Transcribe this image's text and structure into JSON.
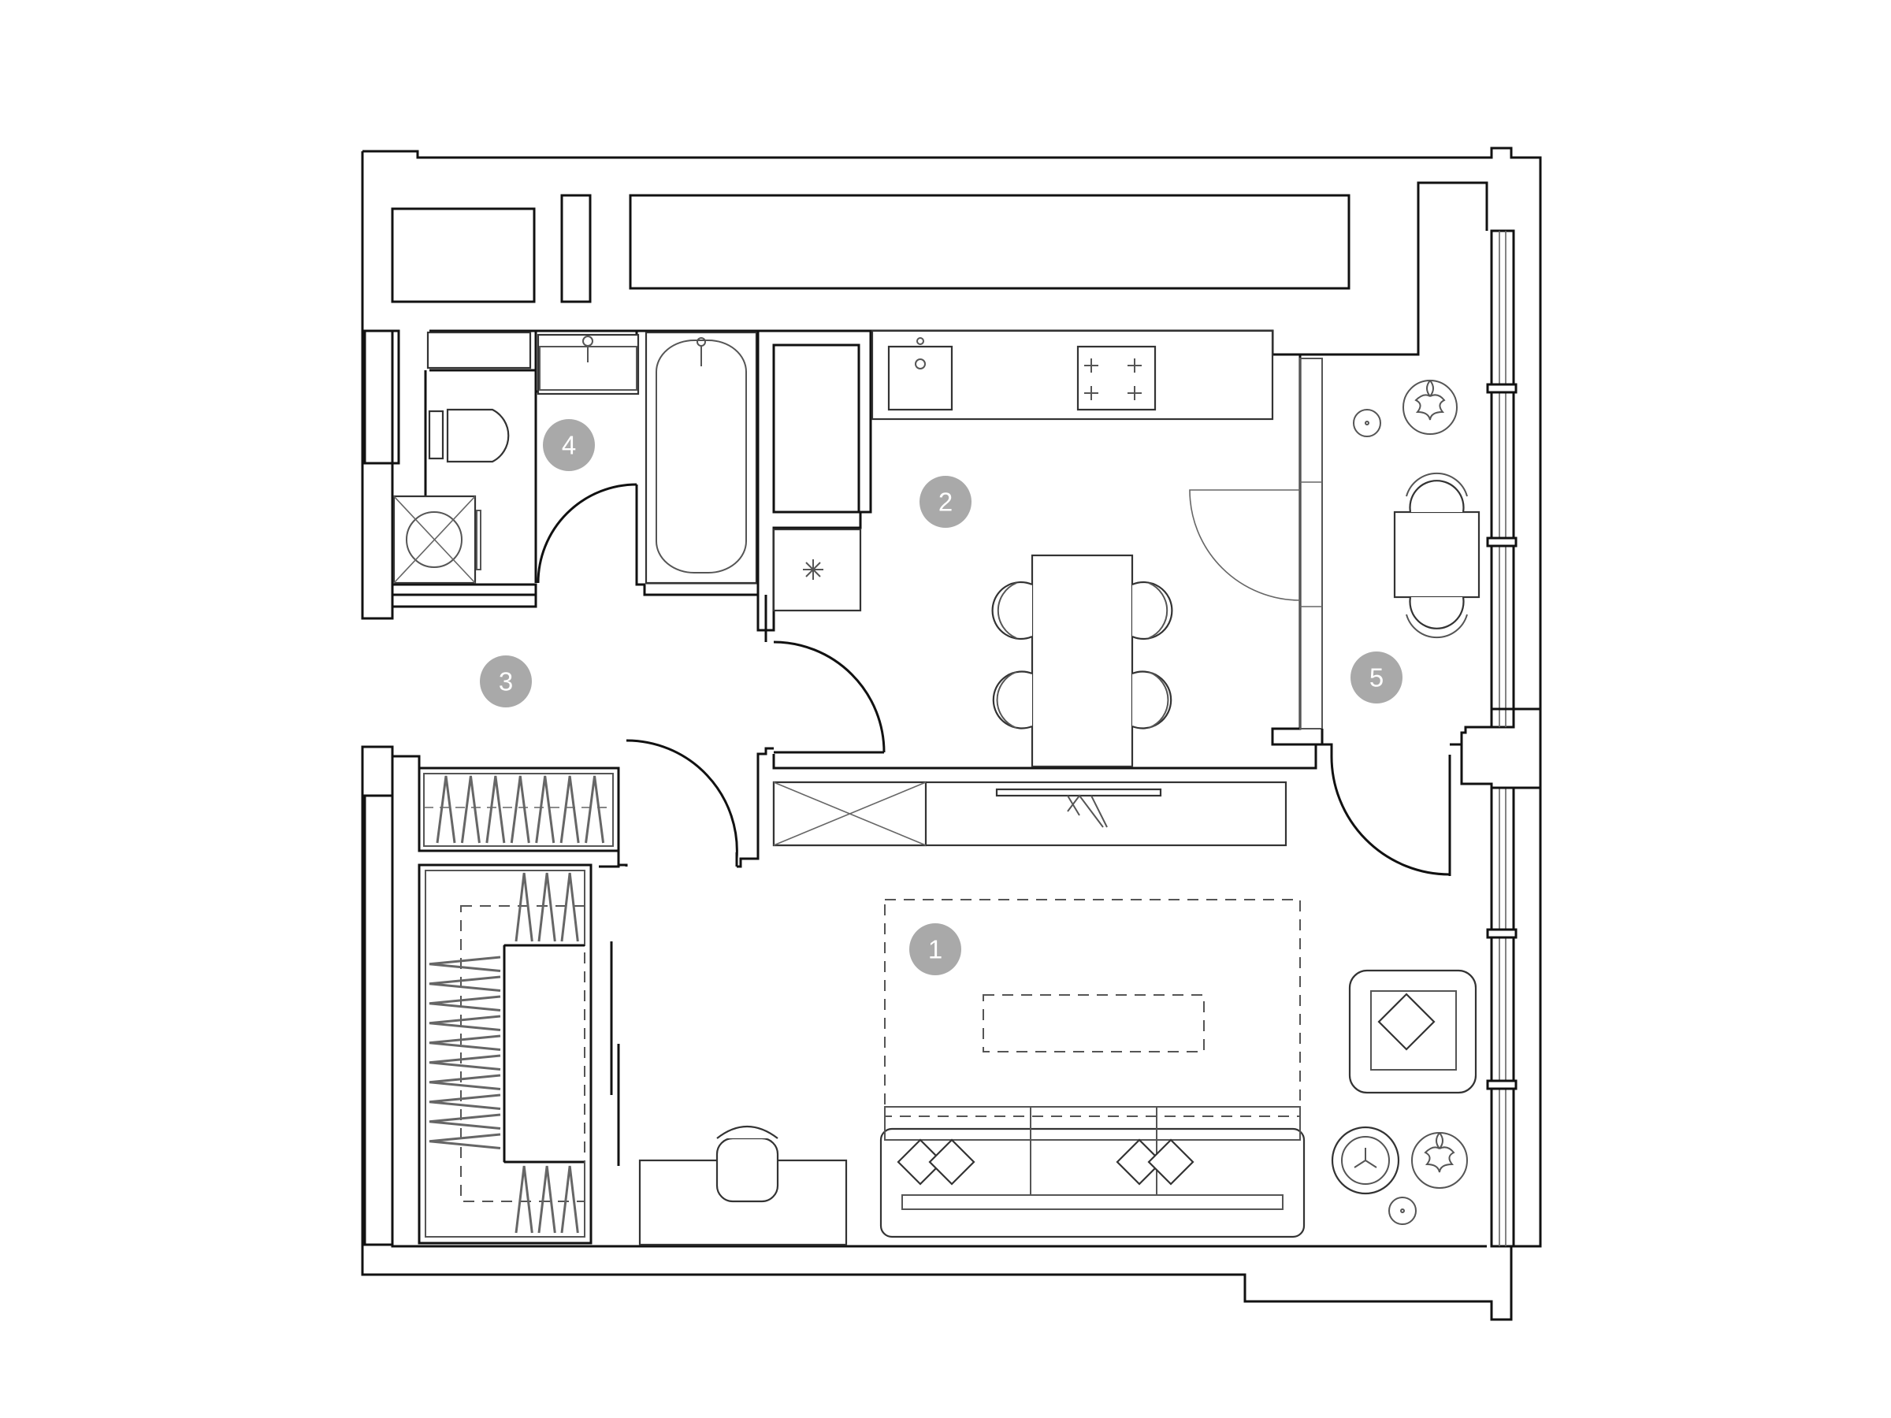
{
  "rooms": [
    {
      "id": "room-1",
      "label": "1"
    },
    {
      "id": "room-2",
      "label": "2"
    },
    {
      "id": "room-3",
      "label": "3"
    },
    {
      "id": "room-4",
      "label": "4"
    },
    {
      "id": "room-5",
      "label": "5"
    }
  ],
  "colors": {
    "walls": "#111111",
    "furniture": "#333333",
    "badge": "#a9a9a9",
    "badge_text": "#ffffff",
    "background": "#ffffff"
  }
}
